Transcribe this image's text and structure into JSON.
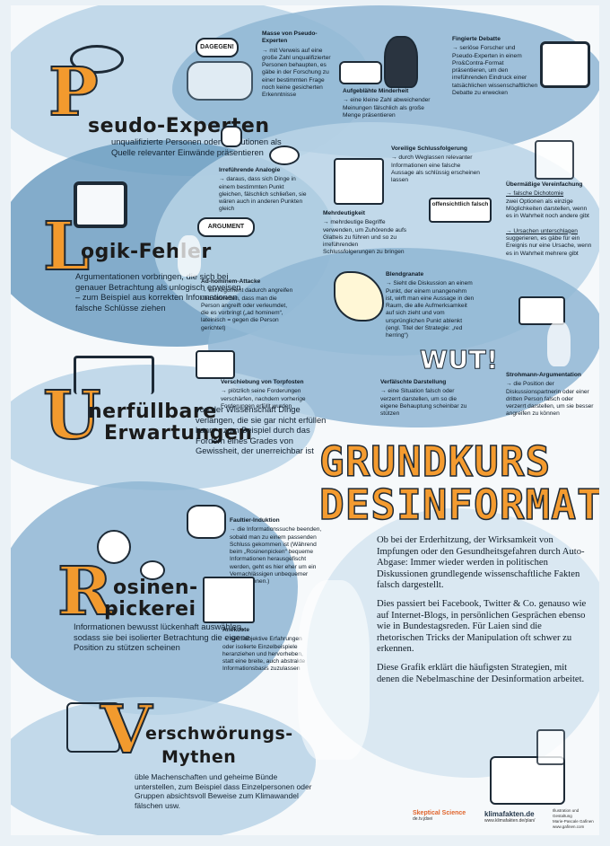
{
  "colors": {
    "accent": "#f49b2f",
    "cloud": "#8fb6d3",
    "ink": "#1b1b1b"
  },
  "title": {
    "line1": "GRUNDKURS",
    "line2": "DESINFORMATION"
  },
  "intro": [
    "Ob bei der Erderhitzung, der Wirksamkeit von Impfungen oder den Gesundheitsgefahren durch Auto-Abgase: Immer wieder werden in politischen Diskussionen grundlegende wissenschaftliche Fakten falsch dargestellt.",
    "Dies passiert bei Facebook, Twitter & Co. genauso wie auf Internet-Blogs, in persönlichen Gesprächen ebenso wie in Bundestagsreden. Für Laien sind die rhetorischen Tricks der Manipulation oft schwer zu erkennen.",
    "Diese Grafik erklärt die häufigsten Strategien, mit denen die Nebelmaschine der Desinformation arbeitet."
  ],
  "sections": {
    "p": {
      "letter": "P",
      "word": "seudo-Experten",
      "desc": "unqualifizierte Personen oder Institutionen als Quelle relevanter Einwände präsentieren"
    },
    "l": {
      "letter": "L",
      "word": "ogik-Fehler",
      "desc": "Argumentationen vorbringen, die sich bei genauer Betrachtung als unlogisch erweisen – zum Beispiel aus korrekten Informationen falsche Schlüsse ziehen"
    },
    "u": {
      "letter": "U",
      "word1": "nerfüllbare",
      "word2": "Erwartungen",
      "desc": "von der Wissenschaft Dinge verlangen, die sie gar nicht erfüllen kann – zum Beispiel durch das Fordern eines Grades von Gewissheit, der unerreichbar ist"
    },
    "r": {
      "letter": "R",
      "word1": "osinen-",
      "word2": "pickerei",
      "desc": "Informationen bewusst lückenhaft auswählen, sodass sie bei isolierter Betrachtung die eigene Position zu stützen scheinen"
    },
    "v": {
      "letter": "V",
      "word1": "erschwörungs-",
      "word2": "Mythen",
      "desc": "üble Machenschaften und geheime Bünde unterstellen, zum Beispiel dass Einzelpersonen oder Gruppen absichtsvoll Beweise zum Klimawandel fälschen usw."
    }
  },
  "cards": {
    "masse": {
      "title": "Masse von Pseudo-Experten",
      "text": "→ mit Verweis auf eine große Zahl unqualifizierter Personen behaupten, es gäbe in der Forschung zu einer bestimmten Frage noch keine gesicherten Erkenntnisse"
    },
    "minderheit": {
      "title": "Aufgeblähte Minderheit",
      "text": "→ eine kleine Zahl abweichender Meinungen fälschlich als große Menge präsentieren"
    },
    "debatte": {
      "title": "Fingierte Debatte",
      "text": "→ seriöse Forscher und Pseudo-Experten in einem Pro&Contra-Format präsentieren, um den irreführenden Eindruck einer tatsächlichen wissenschaftlichen Debatte zu erwecken"
    },
    "analogie": {
      "title": "Irreführende Analogie",
      "text": "→ daraus, dass sich Dinge in einem bestimmten Punkt gleichen, fälschlich schließen, sie wären auch in anderen Punkten gleich"
    },
    "schluss": {
      "title": "Voreilige Schlussfolgerung",
      "text": "→ durch Weglassen relevanter Informationen eine falsche Aussage als schlüssig erscheinen lassen"
    },
    "mehrdeutig": {
      "title": "Mehrdeutigkeit",
      "text": "→ mehrdeutige Begriffe verwenden, um Zuhörende aufs Glatteis zu führen und so zu irreführenden Schlussfolgerungen zu bringen"
    },
    "vereinfachung": {
      "title": "Übermäßige Vereinfachung",
      "text1": "→ falsche Dichotomie",
      "text2": "zwei Optionen als einzige Möglichkeiten darstellen, wenn es in Wahrheit noch andere gibt",
      "text3": "→ Ursachen unterschlagen",
      "text4": "suggerieren, es gäbe für ein Ereignis nur eine Ursache, wenn es in Wahrheit mehrere gibt"
    },
    "adhominem": {
      "title": "Ad-hominem-Attacke",
      "text": "→ ein Argument dadurch angreifen und entwerten, dass man die Person angreift oder verleumdet, die es vorbringt („ad hominem“, lateinisch = gegen die Person gerichtet)"
    },
    "blend": {
      "title": "Blendgranate",
      "text": "→ Sieht die Diskussion an einem Punkt, der einem unangenehm ist, wirft man eine Aussage in den Raum, die alle Aufmerksamkeit auf sich zieht und vom ursprünglichen Punkt ablenkt (engl. Titel der Strategie: „red herring“)"
    },
    "torpfosten": {
      "title": "Verschiebung von Torpfosten",
      "text": "→ plötzlich seine Forderungen verschärfen, nachdem vorherige Forderungen erfüllt wurden"
    },
    "verfaelscht": {
      "title": "Verfälschte Darstellung",
      "text": "→ eine Situation falsch oder verzerrt darstellen, um so die eigene Behauptung scheinbar zu stützen"
    },
    "stroh": {
      "title": "Strohmann-Argumentation",
      "text": "→ die Position der Diskussionspartnerin oder einer dritten Person falsch oder verzerrt darstellen, um sie besser angreifen zu können"
    },
    "faultier": {
      "title": "Faultier-Induktion",
      "text": "→ die Informationssuche beenden, sobald man zu einem passenden Schluss gekommen ist (Während beim „Rosinenpicken“ bequeme Informationen herausgefischt werden, geht es hier eher um ein Vernachlässigen unbequemer Informationen.)"
    },
    "anekdote": {
      "title": "Anekdote",
      "text": "→ rein subjektive Erfahrungen oder isolierte Einzelbeispiele heranziehen und hervorheben, statt eine breite, auch abstrakte Informationsbasis zuzulassen"
    }
  },
  "labels": {
    "dagegen": "DAGEGEN!",
    "argument": "ARGUMENT",
    "offensichtlich": "offensichtlich falsch",
    "wut": "WUT!"
  },
  "footer": {
    "logo1": "Skeptical Science",
    "logo1_sub": "de.tv.jdsei",
    "logo2": "klimafakten.de",
    "logo2_sub": "www.klimafakten.de/plan/",
    "credit1": "Illustration und Gestaltung",
    "credit2": "Marie-Pascale Gafinen",
    "credit3": "www.gafinen.com"
  }
}
